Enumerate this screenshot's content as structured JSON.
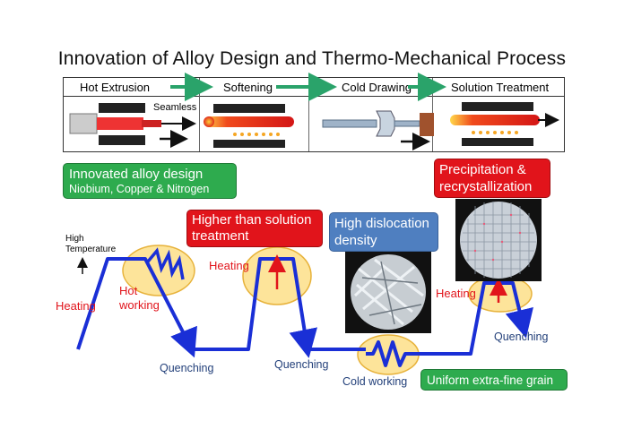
{
  "title": "Innovation of Alloy  Design and Thermo-Mechanical Process",
  "process_steps": [
    {
      "label": "Hot Extrusion"
    },
    {
      "label": "Softening"
    },
    {
      "label": "Cold Drawing"
    },
    {
      "label": "Solution Treatment"
    }
  ],
  "seamless_label": "Seamless",
  "boxes": {
    "alloy_design": {
      "line1": "Innovated alloy design",
      "line2": "Niobium, Copper & Nitrogen"
    },
    "higher_than_solution": {
      "line1": "Higher than solution",
      "line2": "treatment"
    },
    "high_dislocation": {
      "line1": "High dislocation",
      "line2": "density"
    },
    "precipitation": {
      "line1": "Precipitation &",
      "line2": "recrystallization"
    },
    "uniform_grain": {
      "text": "Uniform extra-fine grain"
    }
  },
  "labels": {
    "high_temperature_1": "High",
    "high_temperature_2": "Temperature",
    "heating_1": "Heating",
    "hot_working_1": "Hot",
    "hot_working_2": "working",
    "heating_2": "Heating",
    "heating_3": "Heating",
    "quenching_1": "Quenching",
    "quenching_2": "Quenching",
    "quenching_3": "Quenching",
    "cold_working": "Cold working"
  },
  "colors": {
    "path_blue": "#1a2fd6",
    "ellipse_fill": "#fde49a",
    "ellipse_stroke": "#e7b23a",
    "green_box": "#2eab4e",
    "red_box": "#e1141b",
    "blue_box": "#4f7fc0",
    "arrow_green": "#2aa36a"
  }
}
